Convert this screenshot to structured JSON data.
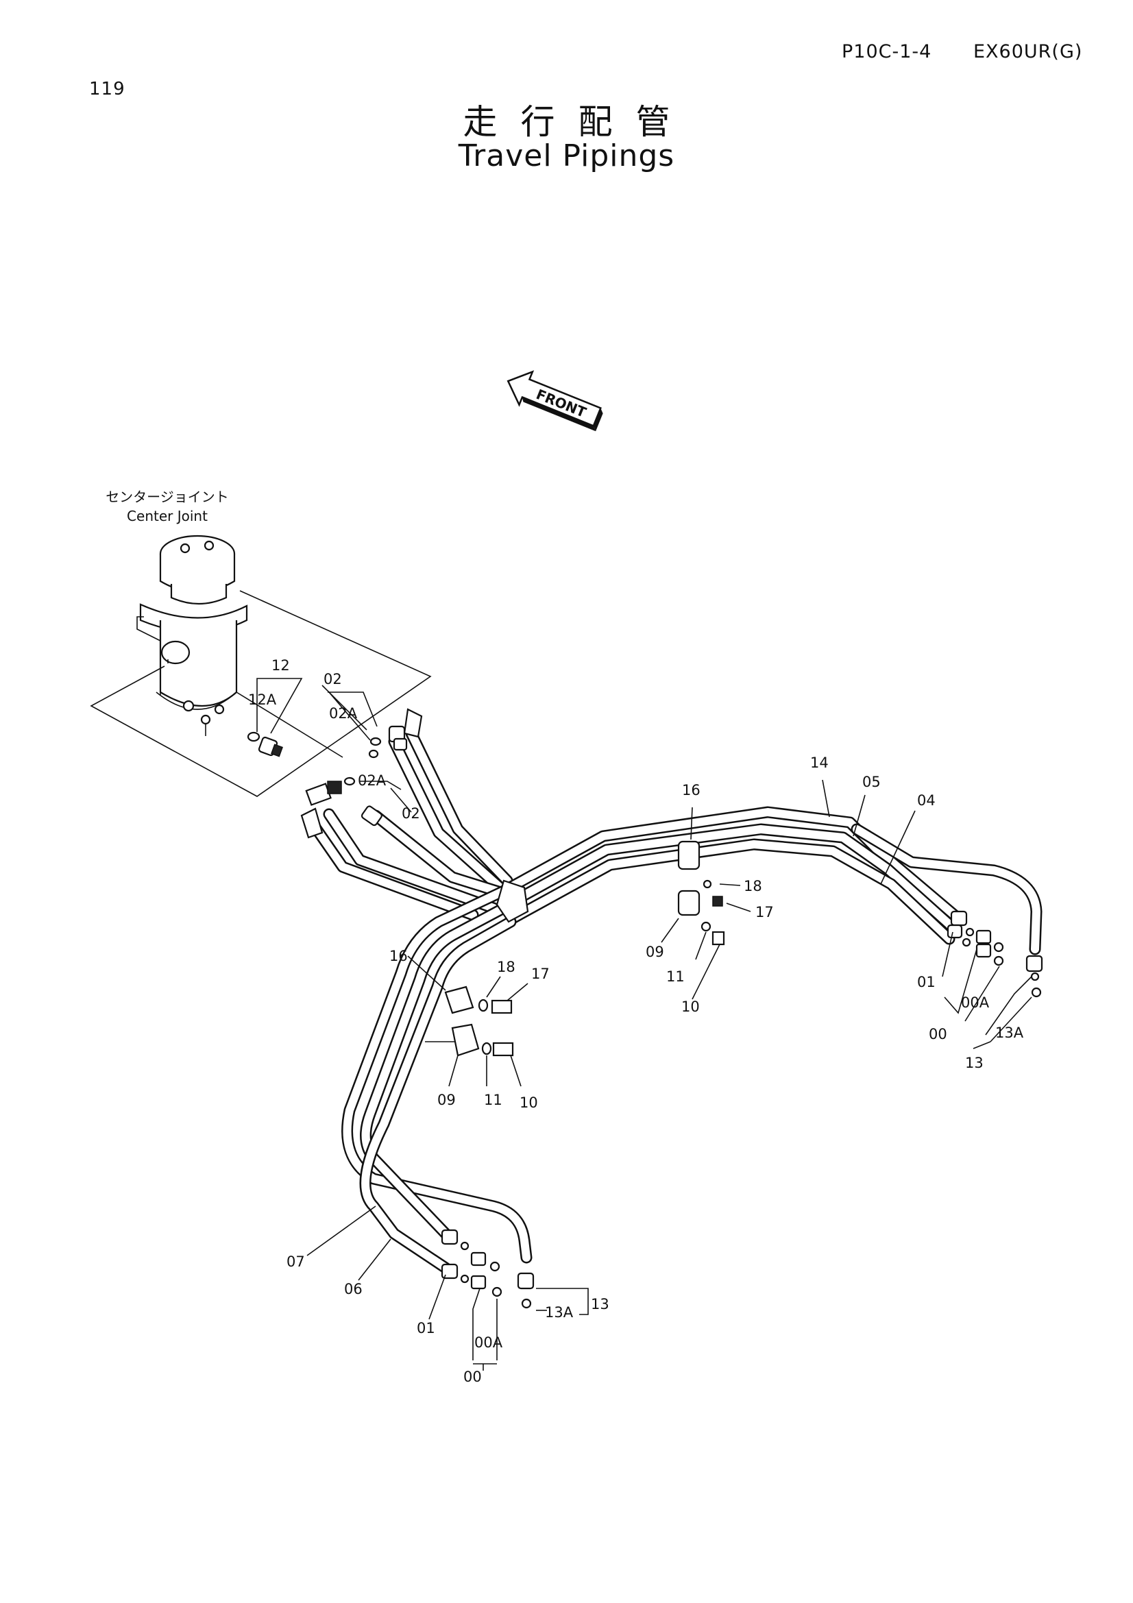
{
  "header": {
    "page_number": "119",
    "sheet_code": "P10C-1-4",
    "model_code": "EX60UR(G)"
  },
  "title": {
    "japanese": "走行配管",
    "english": "Travel Pipings"
  },
  "front_arrow": {
    "label": "FRONT"
  },
  "center_joint": {
    "label_jp": "センタージョイント",
    "label_en": "Center Joint"
  },
  "callouts": {
    "c12": "12",
    "c12A": "12A",
    "c02": "02",
    "c02A": "02A",
    "c02A_b": "02A",
    "c02_b": "02",
    "c14": "14",
    "c05": "05",
    "c04": "04",
    "c16_top": "16",
    "c18_top": "18",
    "c17_top": "17",
    "c09_top": "09",
    "c11_top": "11",
    "c10_top": "10",
    "c01_right": "01",
    "c00A_right": "00A",
    "c00_right": "00",
    "c13A_right": "13A",
    "c13_right": "13",
    "c16_left": "16",
    "c18_left": "18",
    "c17_left": "17",
    "c09_left": "09",
    "c11_left": "11",
    "c10_left": "10",
    "c07": "07",
    "c06": "06",
    "c01_bottom": "01",
    "c00A_bottom": "00A",
    "c00_bottom": "00",
    "c13A_bottom": "13A",
    "c13_bottom": "13"
  }
}
